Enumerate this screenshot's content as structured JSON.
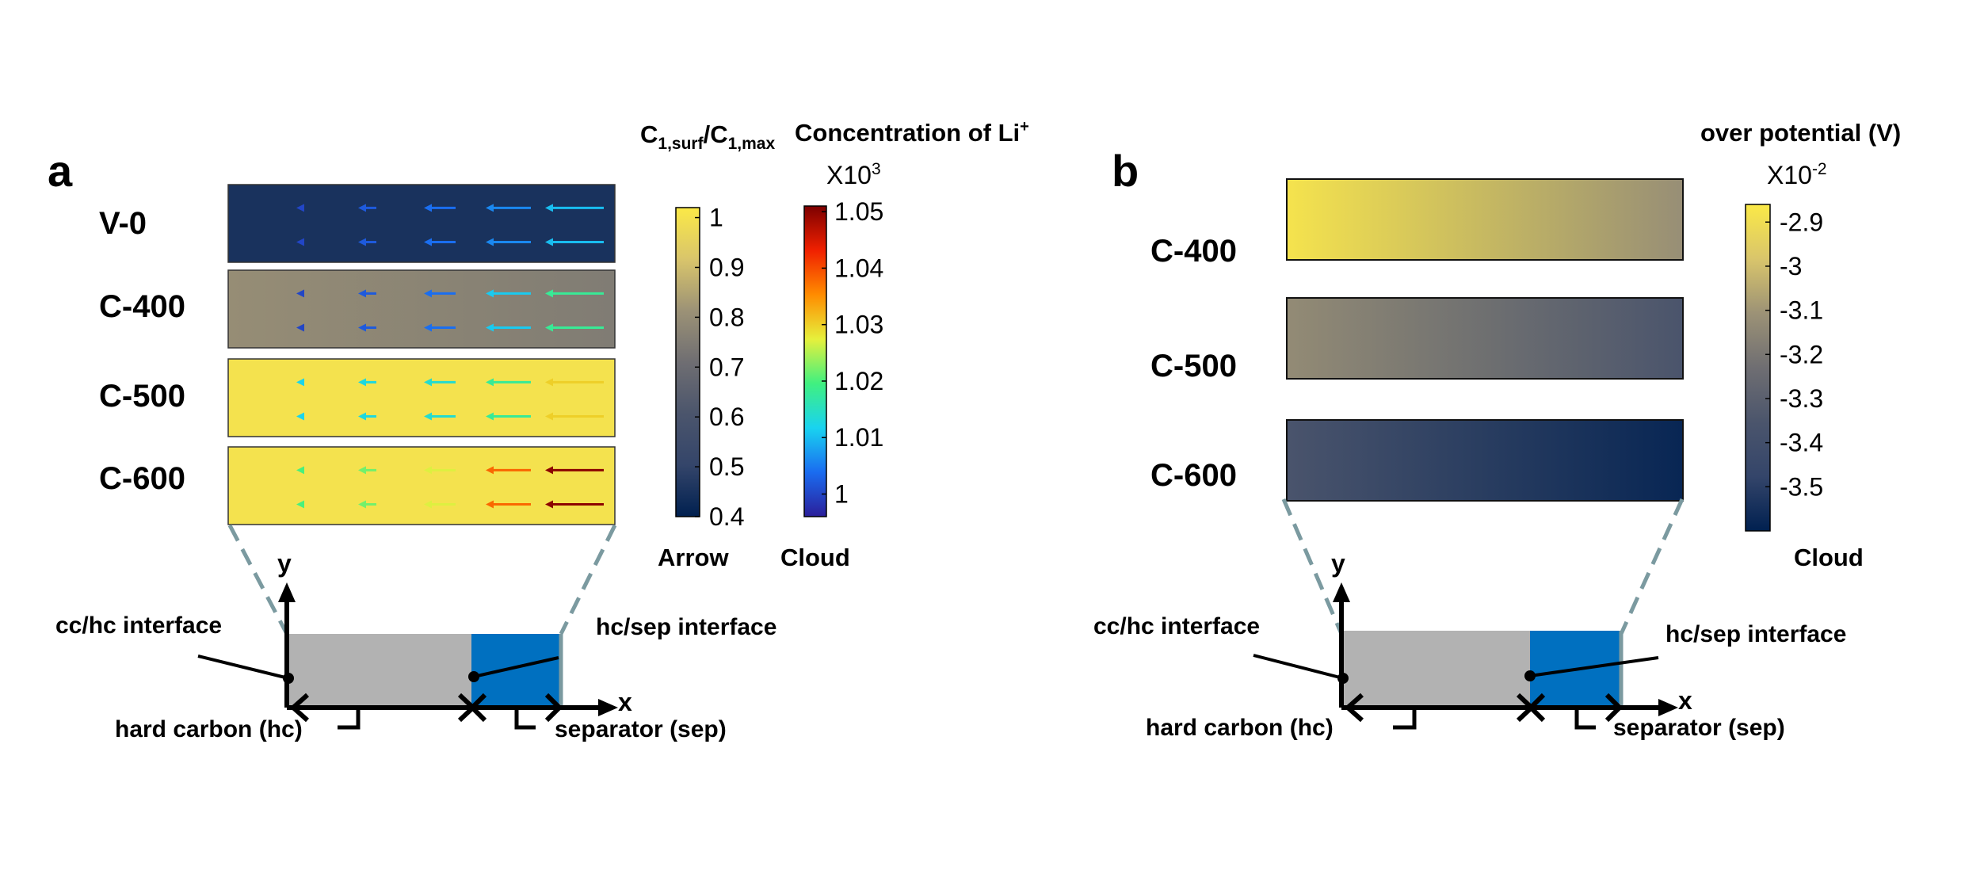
{
  "panel_a": {
    "letter": "a",
    "header_ratio_main": "C",
    "header_ratio_sub1": "1,surf",
    "header_ratio_slash": "/C",
    "header_ratio_sub2": "1,max",
    "header_conc": "Concentration of Li",
    "header_conc_sup": "+",
    "multiplier_base": "X10",
    "multiplier_exp": "3",
    "rows": [
      {
        "label": "V-0",
        "ratio_left": 0.45,
        "ratio_right": 0.45,
        "arrow_cloud": [
          1.0,
          1.002,
          1.004,
          1.006,
          1.01
        ]
      },
      {
        "label": "C-400",
        "ratio_left": 0.8,
        "ratio_right": 0.75,
        "arrow_cloud": [
          1.0,
          1.002,
          1.004,
          1.011,
          1.018
        ]
      },
      {
        "label": "C-500",
        "ratio_left": 1.0,
        "ratio_right": 1.0,
        "arrow_cloud": [
          1.012,
          1.013,
          1.014,
          1.018,
          1.03
        ]
      },
      {
        "label": "C-600",
        "ratio_left": 1.0,
        "ratio_right": 1.0,
        "arrow_cloud": [
          1.02,
          1.022,
          1.027,
          1.038,
          1.05
        ]
      }
    ],
    "arrow_colorbar": {
      "ticks": [
        "1",
        "0.9",
        "0.8",
        "0.7",
        "0.6",
        "0.5",
        "0.4"
      ],
      "min": 0.4,
      "max": 1.02,
      "caption": "Arrow",
      "colors": [
        "#fbe947",
        "#d9c56b",
        "#9c9276",
        "#6f6e72",
        "#4b556c",
        "#34456a",
        "#002050"
      ]
    },
    "cloud_colorbar": {
      "ticks": [
        "1.05",
        "1.04",
        "1.03",
        "1.02",
        "1.01",
        "1"
      ],
      "min": 0.996,
      "max": 1.051,
      "caption": "Cloud",
      "colors": [
        "#7d0000",
        "#f02000",
        "#ff8c00",
        "#e6f03c",
        "#40f080",
        "#19d3f0",
        "#1a6cf0",
        "#2b1e9a"
      ]
    },
    "diagram": {
      "y_label": "y",
      "x_label": "x",
      "cc_hc": "cc/hc interface",
      "hc_sep": "hc/sep interface",
      "hard_carbon": "hard carbon (hc)",
      "separator": "separator (sep)"
    }
  },
  "panel_b": {
    "letter": "b",
    "header": "over potential (V)",
    "multiplier_base": "X10",
    "multiplier_exp": "-2",
    "rows": [
      {
        "label": "C-400",
        "value_left": -2.88,
        "value_right": -3.12
      },
      {
        "label": "C-500",
        "value_left": -3.13,
        "value_right": -3.36
      },
      {
        "label": "C-600",
        "value_left": -3.36,
        "value_right": -3.58
      }
    ],
    "colorbar": {
      "ticks": [
        "-2.9",
        "-3",
        "-3.1",
        "-3.2",
        "-3.3",
        "-3.4",
        "-3.5"
      ],
      "tick_values": [
        -2.9,
        -3.0,
        -3.1,
        -3.2,
        -3.3,
        -3.4,
        -3.5
      ],
      "min": -3.6,
      "max": -2.86,
      "caption": "Cloud",
      "colors": [
        "#fbe947",
        "#d9c56b",
        "#9c9276",
        "#6f6e72",
        "#4b556c",
        "#34456a",
        "#002050"
      ]
    },
    "diagram": {
      "y_label": "y",
      "x_label": "x",
      "cc_hc": "cc/hc interface",
      "hc_sep": "hc/sep interface",
      "hard_carbon": "hard carbon (hc)",
      "separator": "separator (sep)"
    }
  },
  "colors": {
    "hard_carbon": "#b2b2b2",
    "separator": "#0070c0",
    "zoom_lines": "#7b9aa0"
  }
}
